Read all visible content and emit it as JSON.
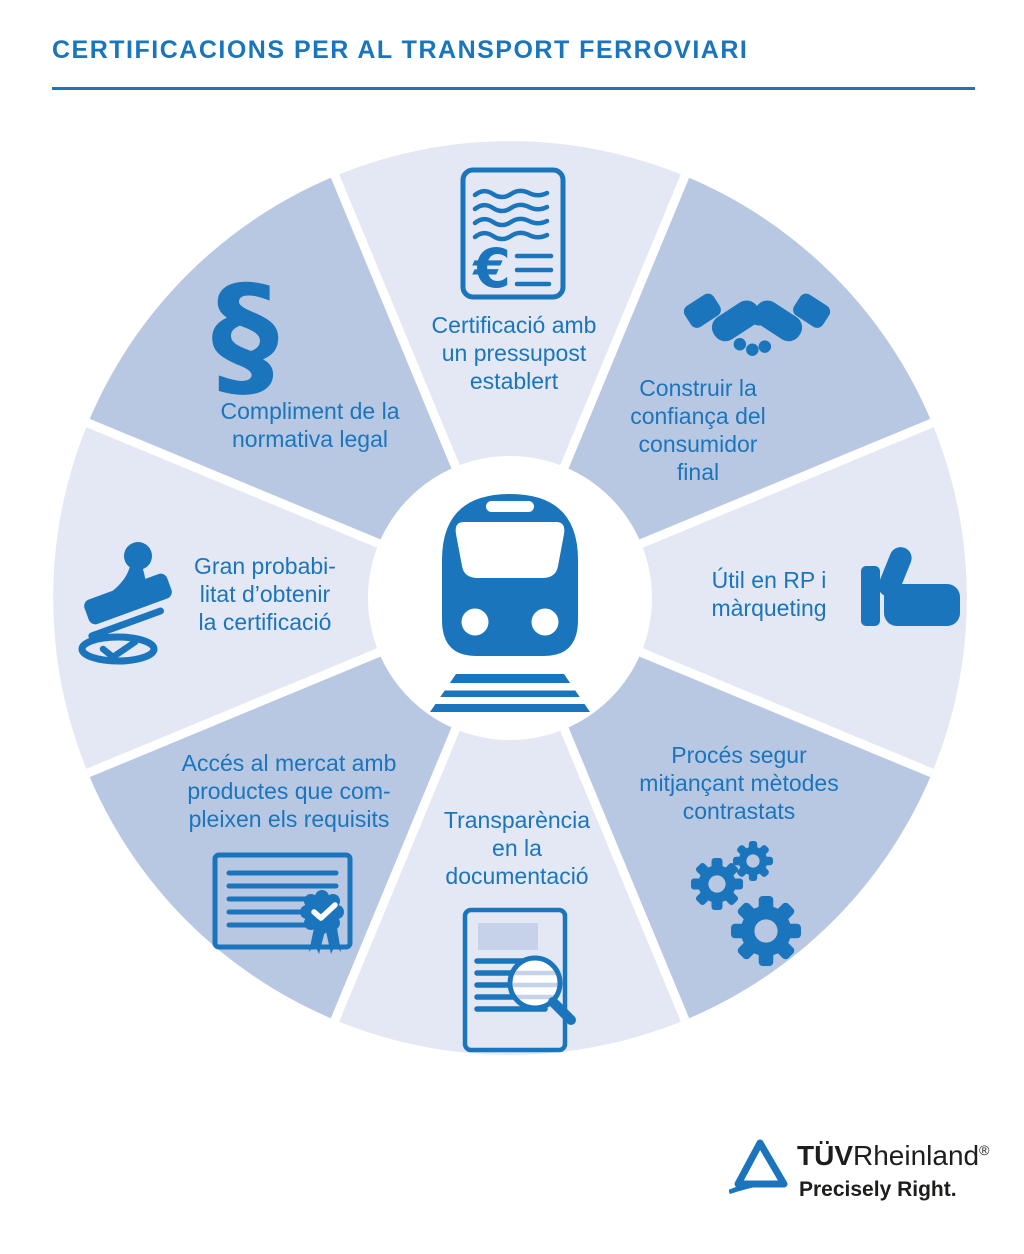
{
  "title": "CERTIFICACIONS PER AL TRANSPORT FERROVIARI",
  "colors": {
    "accent_blue": "#1b75bc",
    "segment_light": "#e3e8f4",
    "segment_medium": "#b8c8e3",
    "panel_light_blue": "#c5d2ea",
    "logo_text": "#1d1d1b",
    "background": "#ffffff"
  },
  "icons": {
    "euro_glyph": "€",
    "section_glyph": "§",
    "center_icon": "train-icon"
  },
  "wheel": {
    "segments": [
      {
        "id": "budget",
        "shade": "light",
        "icon": "euro-document-icon",
        "label": "Certificació amb\nun pressupost\nestablert"
      },
      {
        "id": "consumer-trust",
        "shade": "medium",
        "icon": "handshake-icon",
        "label": "Construir la\nconfiança del\nconsumidor\nfinal"
      },
      {
        "id": "pr-marketing",
        "shade": "light",
        "icon": "thumbs-up-icon",
        "label": "Útil en RP i\nmàrqueting"
      },
      {
        "id": "secure-process",
        "shade": "medium",
        "icon": "gears-icon",
        "label": "Procés segur\nmitjançant mètodes\ncontrastats"
      },
      {
        "id": "transparency",
        "shade": "light",
        "icon": "document-magnifier-icon",
        "label": "Transparència\nen la\ndocumentació"
      },
      {
        "id": "market-access",
        "shade": "medium",
        "icon": "certificate-icon",
        "label": "Accés al mercat amb\nproductes que com-\npleixen els requisits"
      },
      {
        "id": "certification-likelihood",
        "shade": "light",
        "icon": "stamp-icon",
        "label": "Gran probabi-\nlitat d’obtenir\nla certificació"
      },
      {
        "id": "legal-compliance",
        "shade": "medium",
        "icon": "paragraph-icon",
        "label": "Compliment de la\nnormativa legal"
      }
    ]
  },
  "logo": {
    "brand_bold": "TÜV",
    "brand_regular": "Rheinland",
    "registered": "®",
    "tagline": "Precisely Right."
  }
}
